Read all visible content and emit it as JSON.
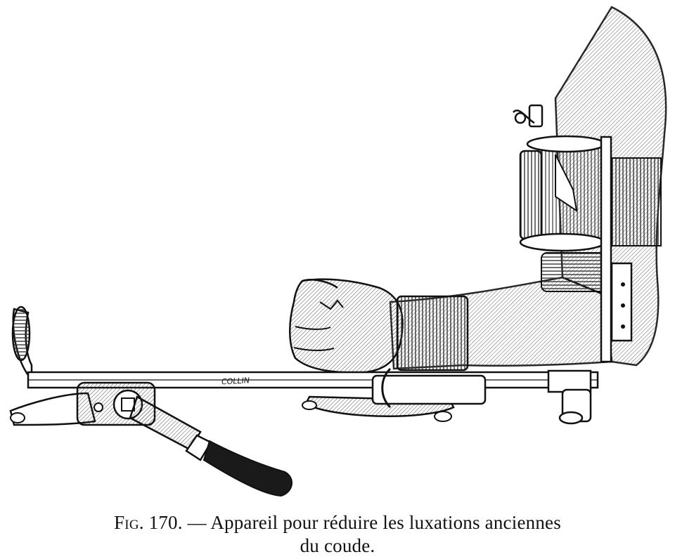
{
  "figure": {
    "stamp_text": "COLLIN"
  },
  "caption": {
    "label": "Fig. 170.",
    "dash": "—",
    "line1": "Appareil pour réduire les luxations anciennes",
    "line2": "du coude."
  },
  "colors": {
    "ink": "#111111",
    "paper": "#ffffff",
    "hatch": "#555555"
  }
}
